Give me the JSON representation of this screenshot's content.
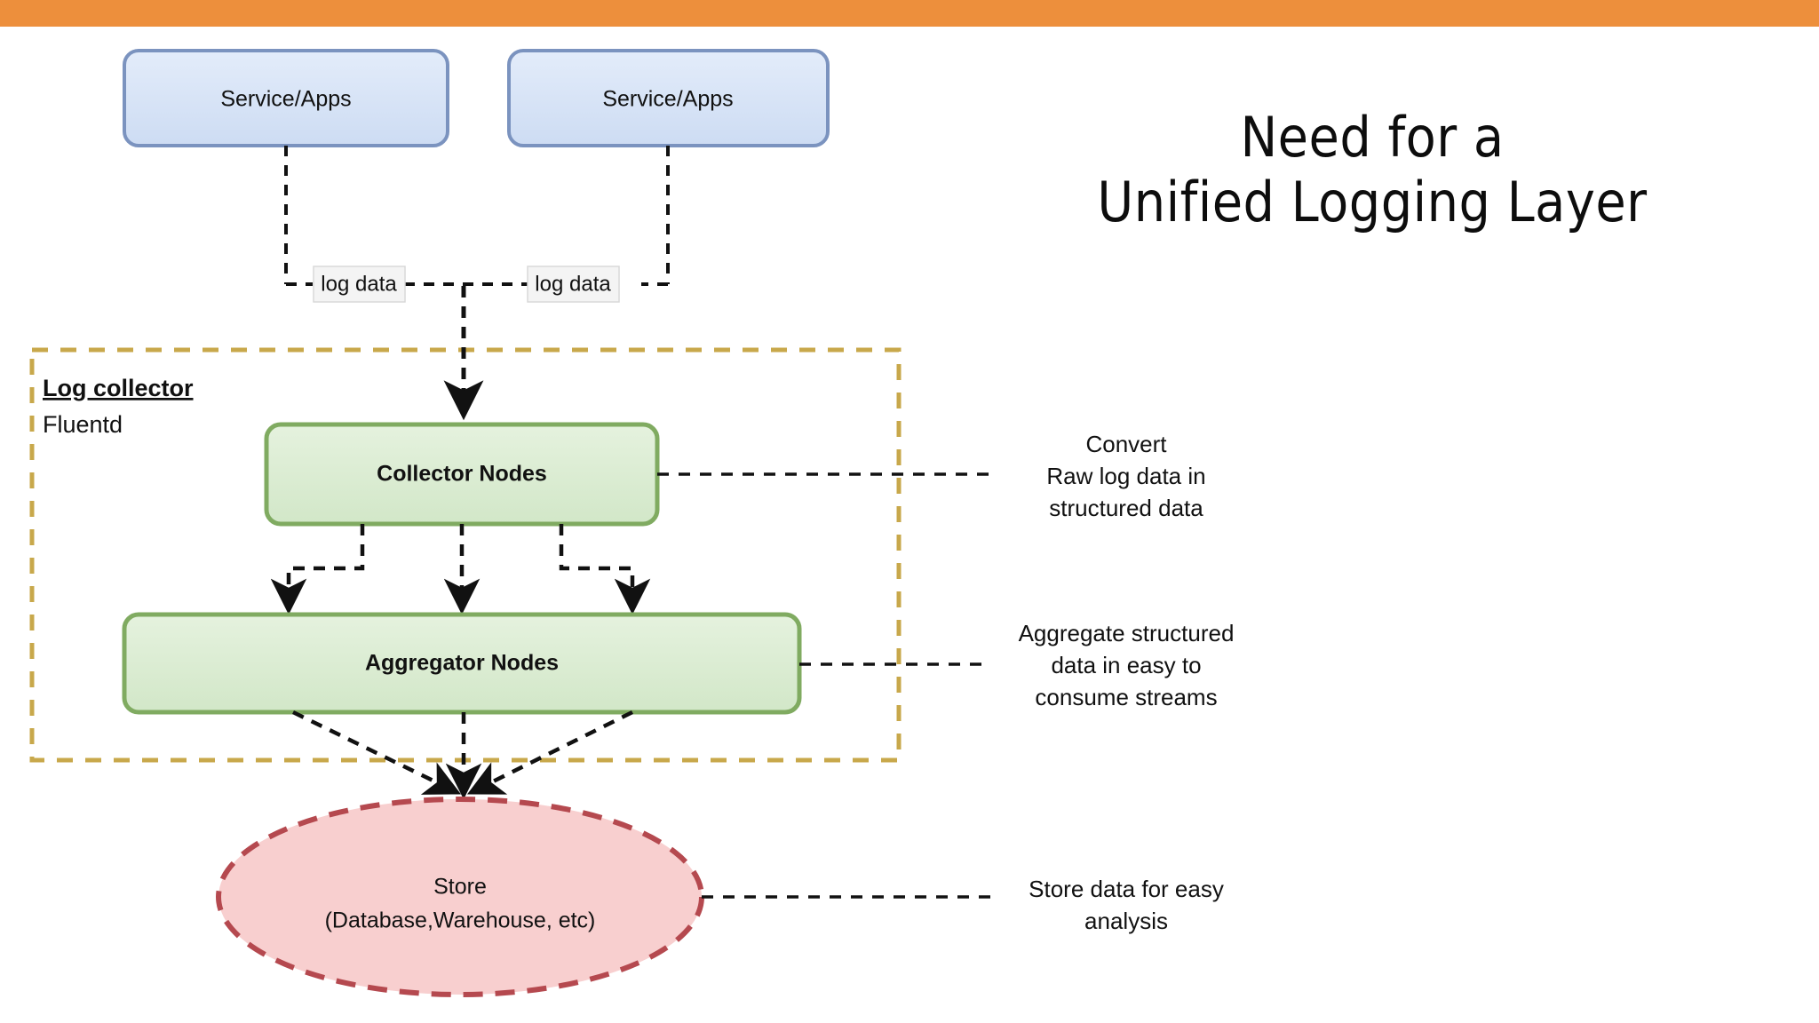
{
  "slide": {
    "accent_bar_color": "#ed8f3c",
    "title": "Need for a\nUnified Logging Layer"
  },
  "diagram": {
    "sources": [
      {
        "label": "Service/Apps"
      },
      {
        "label": "Service/Apps"
      }
    ],
    "edge_labels": [
      {
        "label": "log data"
      },
      {
        "label": "log data"
      }
    ],
    "group": {
      "title": "Log collector",
      "subtitle": "Fluentd",
      "border_color": "#c8a84b"
    },
    "nodes": [
      {
        "label": "Collector Nodes"
      },
      {
        "label": "Aggregator Nodes"
      }
    ],
    "store": {
      "line1": "Store",
      "line2": "(Database,Warehouse, etc)"
    },
    "annotations": [
      {
        "lines": [
          "Convert",
          "Raw log data in",
          "structured data"
        ]
      },
      {
        "lines": [
          "Aggregate structured",
          "data in easy to",
          "consume streams"
        ]
      },
      {
        "lines": [
          "Store data for easy",
          "analysis"
        ]
      }
    ],
    "colors": {
      "source_fill": "#d5e2f6",
      "source_stroke": "#7b93bf",
      "node_fill": "#dbedd2",
      "node_stroke": "#80ab61",
      "store_fill": "#f8cfcf",
      "store_stroke": "#b5494f",
      "connector": "#111111"
    }
  }
}
